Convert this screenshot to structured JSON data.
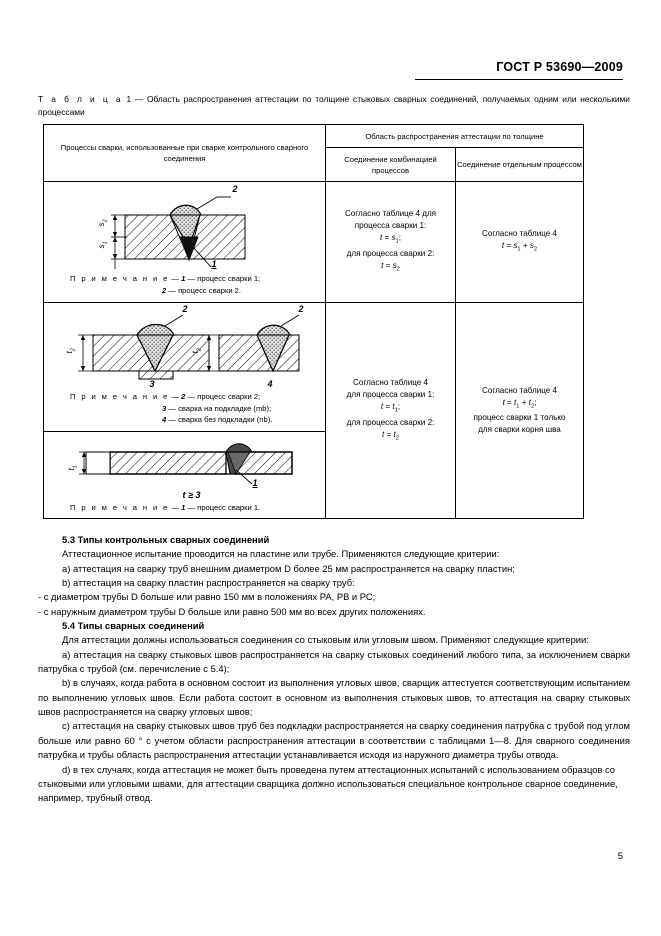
{
  "header": {
    "standard": "ГОСТ Р 53690—2009"
  },
  "caption": {
    "label": "Т а б л и ц а",
    "number": "1",
    "dash": "—",
    "text": "Область распространения аттестации по толщине стыковых сварных соединений, получаемых одним или несколькими процессами"
  },
  "table": {
    "headers": {
      "col1": "Процессы сварки, использованные при сварке контрольного сварного соединения",
      "group": "Область распространения аттестации по толщине",
      "col2": "Соединение комбинацией процессов",
      "col3": "Соединение отдельным процессом"
    },
    "rows": [
      {
        "figure_labels": {
          "weld2": "2",
          "weld1": "1",
          "dim_top": "s2",
          "dim_bottom": "s1"
        },
        "note": {
          "label": "П р и м е ч а н и е",
          "dash": "—",
          "lines": [
            {
              "key": "1",
              "text": "— процесс сварки 1;"
            },
            {
              "key": "2",
              "text": "— процесс сварки 2."
            }
          ]
        },
        "combination": {
          "l1": "Согласно таблице 4 для",
          "l2": "процесса сварки 1:",
          "l3": "t = s1;",
          "l4": "для процесса сварки 2:",
          "l5": "t = s2"
        },
        "separate": {
          "l1": "Согласно таблице 4",
          "l2": "t = s1 + s2"
        }
      },
      {
        "figure_labels": {
          "weld2a": "2",
          "weld2b": "2",
          "fig3": "3",
          "fig4": "4",
          "dim_a": "t2",
          "dim_b": "t2"
        },
        "note": {
          "label": "П р и м е ч а н и е",
          "dash": "—",
          "lines": [
            {
              "key": "2",
              "text": "— процесс сварки 2;"
            },
            {
              "key": "3",
              "text": "— сварка на подкладке (mb);"
            },
            {
              "key": "4",
              "text": "— сварка без подкладки (nb)."
            }
          ]
        },
        "combination": {
          "l1": "Согласно таблице 4",
          "l2": "для процесса сварки 1:",
          "l3": "t = t1;",
          "l4": "для процесса сварки 2:",
          "l5": "t = t2"
        },
        "separate": {
          "l1": "Согласно таблице 4",
          "l2": "t = t1 + t2;",
          "l3": "процесс сварки 1 только",
          "l4": "для сварки корня шва"
        }
      },
      {
        "figure_labels": {
          "weld1": "1",
          "dim": "t1",
          "condition": "t ≥ 3"
        },
        "note": {
          "label": "П р и м е ч а н и е",
          "dash": "—",
          "lines": [
            {
              "key": "1",
              "text": "— процесс сварки 1."
            }
          ]
        }
      }
    ]
  },
  "body": {
    "s53_heading": "5.3  Типы контрольных сварных соединений",
    "s53_p1": "Аттестационное испытание проводится на пластине или трубе. Применяются следующие критерии:",
    "s53_a": "а)  аттестация на сварку труб внешним диаметром D более 25 мм распространяется на сварку пластин;",
    "s53_b": "b)  аттестация на сварку пластин распространяется на сварку труб:",
    "s53_b1": "- с диаметром трубы D больше или равно 150 мм в положениях РА, РВ и РС;",
    "s53_b2": "- с наружным диаметром трубы D больше или равно 500 мм во всех других положениях.",
    "s54_heading": "5.4  Типы сварных соединений",
    "s54_p1": "Для аттестации должны использоваться соединения со стыковым или угловым швом. Применяют следующие критерии:",
    "s54_a": "а)  аттестация на сварку стыковых швов распространяется на сварку стыковых соединений любого типа, за исключением сварки патрубка с трубой (см. перечисление с 5.4);",
    "s54_b": "b)  в случаях, когда работа в основном состоит из выполнения угловых швов, сварщик аттестуется соответствующим испытанием по выполнению угловых швов. Если работа состоит в основном из выполнения стыковых швов, то аттестация на сварку стыковых швов распространяется на сварку угловых швов;",
    "s54_c": "c)  аттестация на сварку стыковых швов труб без подкладки распространяется на сварку соединения патрубка с трубой под углом больше или равно 60 ° с учетом области распространения аттестации в соответствии с таблицами 1—8. Для сварного соединения патрубка и трубы область распространения аттестации устанавливается исходя из наружного диаметра трубы отвода.",
    "s54_d": "d)  в тех случаях, когда аттестация не может быть проведена путем аттестационных испытаний с использованием образцов со стыковыми или угловыми швами, для аттестации сварщика должно использоваться специальное контрольное сварное соединение, например, трубный отвод."
  },
  "footer": {
    "page_number": "5"
  }
}
